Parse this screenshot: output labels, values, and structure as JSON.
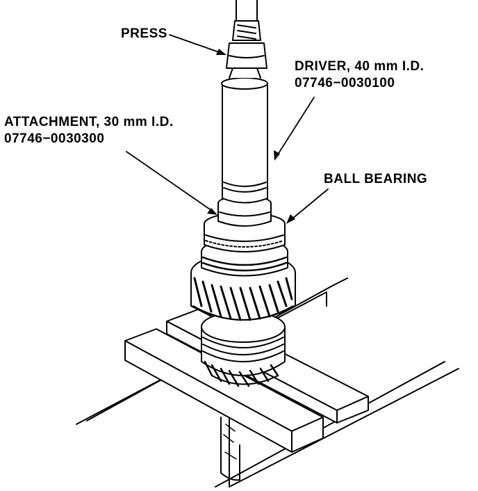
{
  "labels": {
    "press": "PRESS",
    "driver_line1": "DRIVER, 40 mm I.D.",
    "driver_line2": "07746−0030100",
    "attachment_line1": "ATTACHMENT, 30 mm I.D.",
    "attachment_line2": "07746−0030300",
    "ball_bearing": "BALL BEARING"
  },
  "colors": {
    "ink": "#000000",
    "paper": "#ffffff"
  }
}
